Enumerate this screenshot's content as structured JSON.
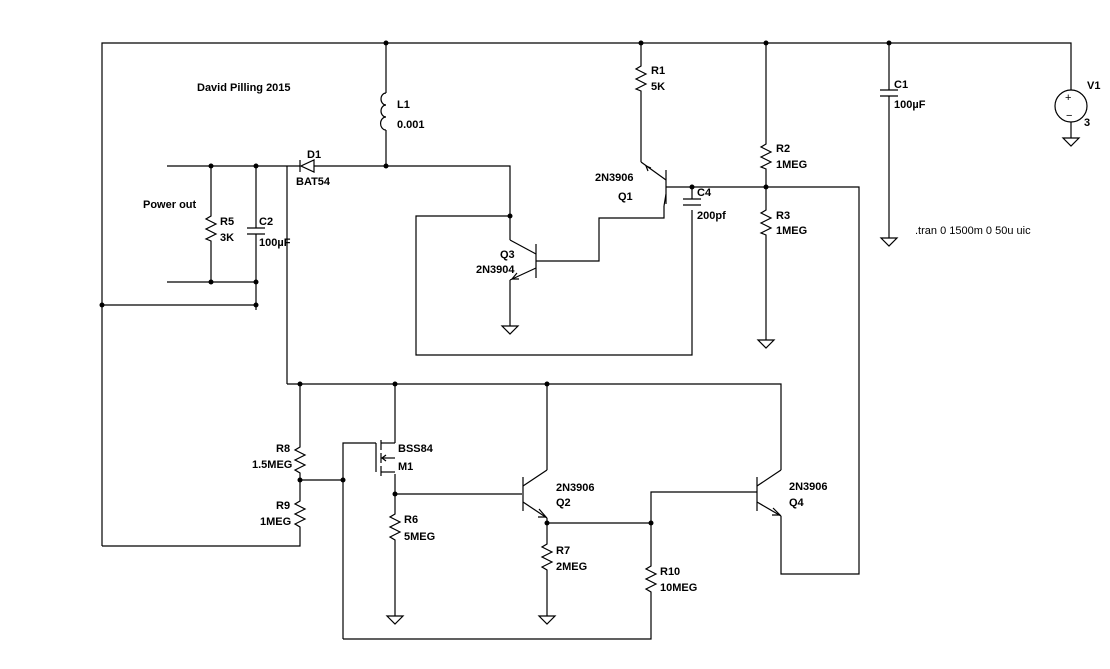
{
  "title": "David Pilling 2015",
  "directive": ".tran 0 1500m 0 50u uic",
  "power_label": "Power out",
  "components": {
    "V1": {
      "ref": "V1",
      "value": "3"
    },
    "C1": {
      "ref": "C1",
      "value": "100µF"
    },
    "C2": {
      "ref": "C2",
      "value": "100µF"
    },
    "C4": {
      "ref": "C4",
      "value": "200pf"
    },
    "L1": {
      "ref": "L1",
      "value": "0.001"
    },
    "D1": {
      "ref": "D1",
      "value": "BAT54"
    },
    "R1": {
      "ref": "R1",
      "value": "5K"
    },
    "R2": {
      "ref": "R2",
      "value": "1MEG"
    },
    "R3": {
      "ref": "R3",
      "value": "1MEG"
    },
    "R5": {
      "ref": "R5",
      "value": "3K"
    },
    "R6": {
      "ref": "R6",
      "value": "5MEG"
    },
    "R7": {
      "ref": "R7",
      "value": "2MEG"
    },
    "R8": {
      "ref": "R8",
      "value": "1.5MEG"
    },
    "R9": {
      "ref": "R9",
      "value": "1MEG"
    },
    "R10": {
      "ref": "R10",
      "value": "10MEG"
    },
    "Q1": {
      "ref": "Q1",
      "value": "2N3906"
    },
    "Q2": {
      "ref": "Q2",
      "value": "2N3906"
    },
    "Q3": {
      "ref": "Q3",
      "value": "2N3904"
    },
    "Q4": {
      "ref": "Q4",
      "value": "2N3906"
    },
    "M1": {
      "ref": "M1",
      "value": "BSS84"
    }
  }
}
